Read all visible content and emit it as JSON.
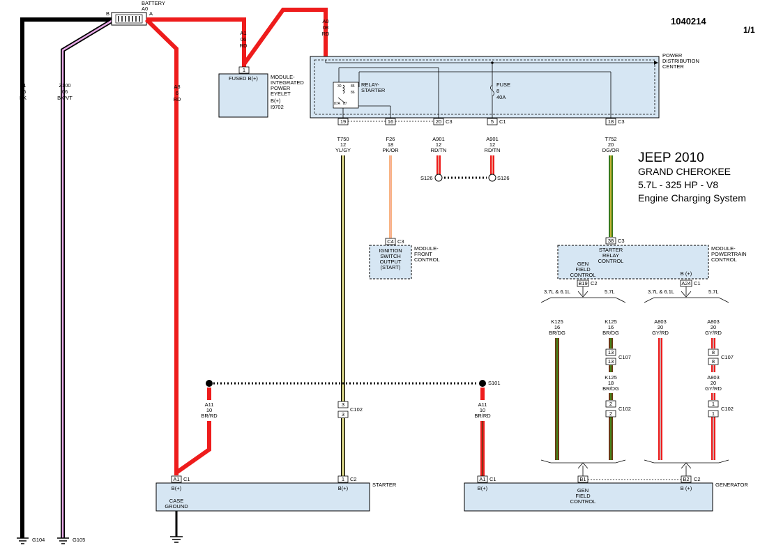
{
  "header": {
    "diagram_id": "1040214",
    "page": "1/1"
  },
  "title": {
    "line1": "JEEP 2010",
    "line2": "GRAND CHEROKEE",
    "line3": "5.7L - 325 HP  - V8",
    "line4": "Engine Charging System"
  },
  "battery": {
    "name": "BATTERY",
    "code": "A0",
    "term_b": "B",
    "term_a": "A"
  },
  "wires": {
    "z1": {
      "circuit": "Z1",
      "gauge": "06",
      "color": "BK",
      "ground": "G104"
    },
    "z100": {
      "circuit": "Z100",
      "gauge": "06",
      "color": "BK/VT",
      "ground": "G105"
    },
    "a8": {
      "circuit": "A8",
      "gauge": "6",
      "color": "RD"
    },
    "a1": {
      "circuit": "A1",
      "gauge": "06",
      "color": "RD"
    },
    "a0": {
      "circuit": "A0",
      "gauge": "08",
      "color": "RD"
    },
    "t750": {
      "circuit": "T750",
      "gauge": "12",
      "color": "YL/GY"
    },
    "f26": {
      "circuit": "F26",
      "gauge": "18",
      "color": "PK/OR"
    },
    "a901a": {
      "circuit": "A901",
      "gauge": "12",
      "color": "RD/TN"
    },
    "a901b": {
      "circuit": "A901",
      "gauge": "12",
      "color": "RD/TN"
    },
    "t752": {
      "circuit": "T752",
      "gauge": "20",
      "color": "DG/OR"
    },
    "a11a": {
      "circuit": "A11",
      "gauge": "10",
      "color": "BR/RD"
    },
    "a11b": {
      "circuit": "A11",
      "gauge": "10",
      "color": "BR/RD"
    },
    "k125a": {
      "circuit": "K125",
      "gauge": "16",
      "color": "BR/DG"
    },
    "k125b": {
      "circuit": "K125",
      "gauge": "16",
      "color": "BR/DG"
    },
    "k125c": {
      "circuit": "K125",
      "gauge": "18",
      "color": "BR/DG"
    },
    "a803a": {
      "circuit": "A803",
      "gauge": "20",
      "color": "GY/RD"
    },
    "a803b": {
      "circuit": "A803",
      "gauge": "20",
      "color": "GY/RD"
    },
    "a803c": {
      "circuit": "A803",
      "gauge": "20",
      "color": "GY/RD"
    }
  },
  "eyelet": {
    "box_label": "FUSED B(+)",
    "pin": "1",
    "desc": [
      "MODULE-",
      "INTEGRATED",
      "POWER",
      "EYELET",
      "B(+)",
      "I9702"
    ]
  },
  "pdc": {
    "name": [
      "POWER",
      "DISTRIBUTION",
      "CENTER"
    ],
    "relay": [
      "RELAY-",
      "STARTER"
    ],
    "relay_pins": [
      "30",
      "85",
      "86",
      "87A",
      "87"
    ],
    "fuse": [
      "FUSE",
      "8",
      "40A"
    ],
    "pins": {
      "p19": "19",
      "p16": "16",
      "p20": "20",
      "p5": "5",
      "p18": "18"
    },
    "conn": {
      "c3": "C3",
      "c1": "C1",
      "c3b": "C3"
    }
  },
  "splices": {
    "s126a": "S126",
    "s126b": "S126",
    "s101": "S101"
  },
  "fcm": {
    "pin": "C4",
    "conn": "C3",
    "inner": [
      "IGNITION",
      "SWITCH",
      "OUTPUT",
      "(START)"
    ],
    "desc": [
      "MODULE-",
      "FRONT",
      "CONTROL"
    ]
  },
  "pcm": {
    "pin_top": "38",
    "conn_top": "C3",
    "inner": [
      "STARTER",
      "RELAY",
      "CONTROL"
    ],
    "gen": [
      "GEN",
      "FIELD",
      "CONTROL"
    ],
    "bplus": "B (+)",
    "pin_b19": "B19",
    "conn_c2": "C2",
    "pin_a24": "A24",
    "conn_c1": "C1",
    "desc": [
      "MODULE-",
      "POWERTRAIN",
      "CONTROL"
    ]
  },
  "variants": {
    "v1": "3.7L & 6.1L",
    "v2": "5.7L",
    "v3": "3.7L & 6.1L",
    "v4": "5.7L"
  },
  "c107": {
    "k_top": "13",
    "k_bot": "13",
    "a_top": "8",
    "a_bot": "8",
    "label_k": "C107",
    "label_a": "C107"
  },
  "c102": {
    "t_top": "3",
    "t_bot": "3",
    "label_t": "C102",
    "k_top": "2",
    "k_bot": "2",
    "label_k": "C102",
    "a_top": "1",
    "a_bot": "1",
    "label_a": "C102"
  },
  "starter": {
    "name": "STARTER",
    "pin_a1": "A1",
    "conn_c1": "C1",
    "bplus_left": "B(+)",
    "case_ground": [
      "CASE",
      "GROUND"
    ],
    "pin_1": "1",
    "conn_c2": "C2",
    "bplus_right": "B(+)"
  },
  "generator": {
    "name": "GENERATOR",
    "pin_a1": "A1",
    "conn_c1": "C1",
    "bplus_left": "B(+)",
    "pin_b1": "B1",
    "pin_b2": "B2",
    "conn_c2": "C2",
    "gen": [
      "GEN",
      "FIELD",
      "CONTROL"
    ],
    "bplus_right": "B (+)"
  },
  "colors": {
    "red": "#ee1c1c",
    "black": "#000000",
    "violet": "#e6a8e6",
    "yellow": "#e0dc8c",
    "pink": "#f7a060",
    "green": "#3a7a1c",
    "tan": "#f1c3b0",
    "brown": "#6b3a16",
    "gray": "#c8c8c8",
    "box": "#d6e6f3"
  }
}
